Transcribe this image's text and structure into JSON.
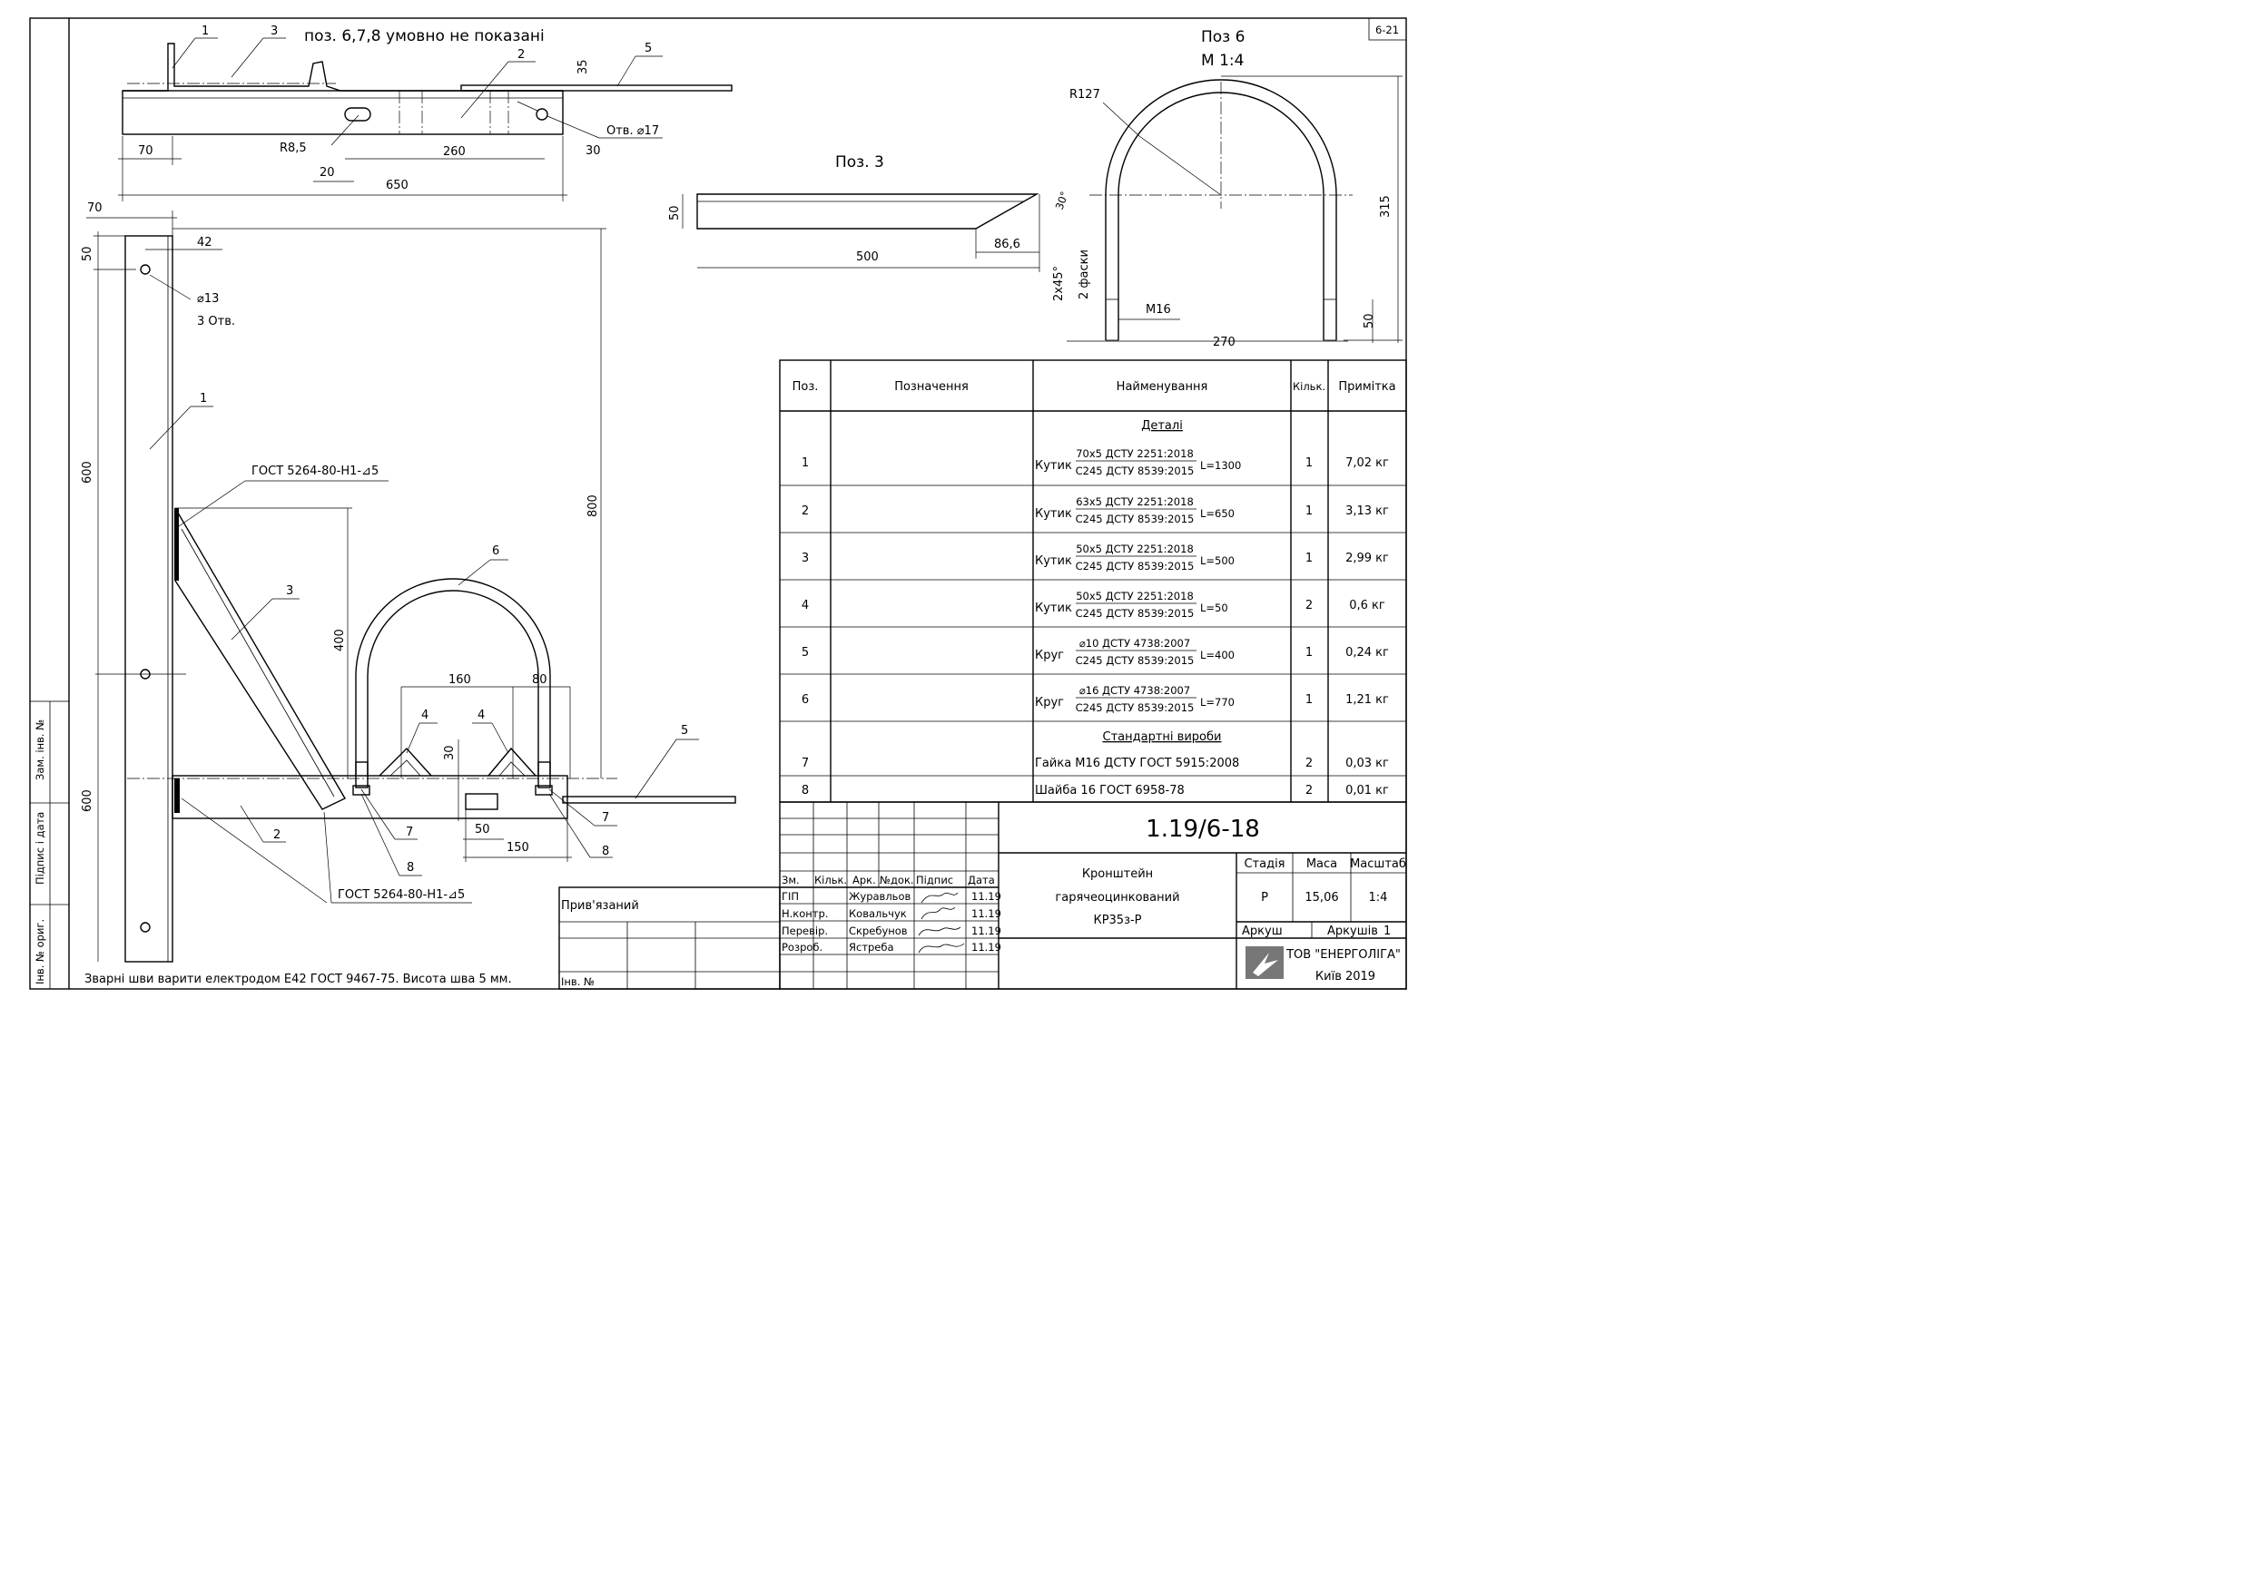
{
  "sheet_code": "6-21",
  "note_top": "поз. 6,7,8 умовно не показані",
  "pos6_title": "Поз 6",
  "pos6_scale": "М 1:4",
  "pos3_title": "Поз. 3",
  "welding_note": "Зварні шви варити електродом Е42 ГОСТ 9467-75. Висота шва 5 мм.",
  "weld_symbol_1": "ГОСТ 5264-80-Н1-⊿5",
  "weld_symbol_2": "ГОСТ 5264-80-Н1-⊿5",
  "hole_note": "Отв. ⌀17",
  "hole_13": "⌀13",
  "hole_count": "3 Отв.",
  "radius_r85": "R8,5",
  "radius_r127": "R127",
  "chamfer": "2 фаски",
  "chamfer_size": "2х45°",
  "angle_30": "30°",
  "thread": "М16",
  "callouts": [
    "1",
    "2",
    "3",
    "4",
    "5",
    "6",
    "7",
    "8"
  ],
  "dims": {
    "d70a": "70",
    "d260": "260",
    "d650": "650",
    "d20": "20",
    "d30a": "30",
    "d35": "35",
    "d70b": "70",
    "d50a": "50",
    "d42": "42",
    "d600a": "600",
    "d600b": "600",
    "d800": "800",
    "d400": "400",
    "d160": "160",
    "d80": "80",
    "d30b": "30",
    "d50b": "50",
    "d150": "150",
    "d50c": "50",
    "d500": "500",
    "d866": "86,6",
    "d315": "315",
    "d270": "270",
    "d50d": "50"
  },
  "spec_table": {
    "headers": [
      "Поз.",
      "Позначення",
      "Найменування",
      "Кільк.",
      "Примітка"
    ],
    "section_parts": "Деталі",
    "section_standard": "Стандартні вироби",
    "rows": [
      {
        "pos": "1",
        "type": "Кутик",
        "top": "70х5 ДСТУ 2251:2018",
        "bottom": "С245 ДСТУ 8539:2015",
        "len": "L=1300",
        "qty": "1",
        "note": "7,02 кг"
      },
      {
        "pos": "2",
        "type": "Кутик",
        "top": "63х5 ДСТУ 2251:2018",
        "bottom": "С245 ДСТУ 8539:2015",
        "len": "L=650",
        "qty": "1",
        "note": "3,13 кг"
      },
      {
        "pos": "3",
        "type": "Кутик",
        "top": "50х5 ДСТУ 2251:2018",
        "bottom": "С245 ДСТУ 8539:2015",
        "len": "L=500",
        "qty": "1",
        "note": "2,99 кг"
      },
      {
        "pos": "4",
        "type": "Кутик",
        "top": "50х5 ДСТУ 2251:2018",
        "bottom": "С245 ДСТУ 8539:2015",
        "len": "L=50",
        "qty": "2",
        "note": "0,6 кг"
      },
      {
        "pos": "5",
        "type": "Круг",
        "top": "⌀10 ДСТУ 4738:2007",
        "bottom": "С245 ДСТУ 8539:2015",
        "len": "L=400",
        "qty": "1",
        "note": "0,24 кг"
      },
      {
        "pos": "6",
        "type": "Круг",
        "top": "⌀16 ДСТУ 4738:2007",
        "bottom": "С245 ДСТУ 8539:2015",
        "len": "L=770",
        "qty": "1",
        "note": "1,21 кг"
      }
    ],
    "std_rows": [
      {
        "pos": "7",
        "name": "Гайка М16 ДСТУ ГОСТ 5915:2008",
        "qty": "2",
        "note": "0,03 кг"
      },
      {
        "pos": "8",
        "name": "Шайба 16 ГОСТ 6958-78",
        "qty": "2",
        "note": "0,01 кг"
      }
    ]
  },
  "title_block": {
    "doc_number": "1.19/6-18",
    "name_line1": "Кронштейн",
    "name_line2": "гарячеоцинкований",
    "name_line3": "КР35з-Р",
    "stage_label": "Стадія",
    "mass_label": "Маса",
    "scale_label": "Масштаб",
    "stage": "Р",
    "mass": "15,06",
    "scale": "1:4",
    "sheet_label": "Аркуш",
    "sheets_label": "Аркушів",
    "sheets": "1",
    "company": "ТОВ \"ЕНЕРГОЛІГА\"",
    "city_year": "Київ 2019",
    "col_headers": [
      "Зм.",
      "Кільк.",
      "Арк.",
      "№док.",
      "Підпис",
      "Дата"
    ],
    "staff": [
      {
        "role": "ГІП",
        "name": "Журавльов",
        "date": "11.19"
      },
      {
        "role": "Н.контр.",
        "name": "Ковальчук",
        "date": "11.19"
      },
      {
        "role": "Перевір.",
        "name": "Скребунов",
        "date": "11.19"
      },
      {
        "role": "Розроб.",
        "name": "Ястреба",
        "date": "11.19"
      }
    ],
    "linked": "Прив'язаний",
    "inv_no": "Інв. №"
  },
  "side_stamp": [
    "Зам. інв. №",
    "Підпис і дата",
    "Інв. № ориг."
  ]
}
